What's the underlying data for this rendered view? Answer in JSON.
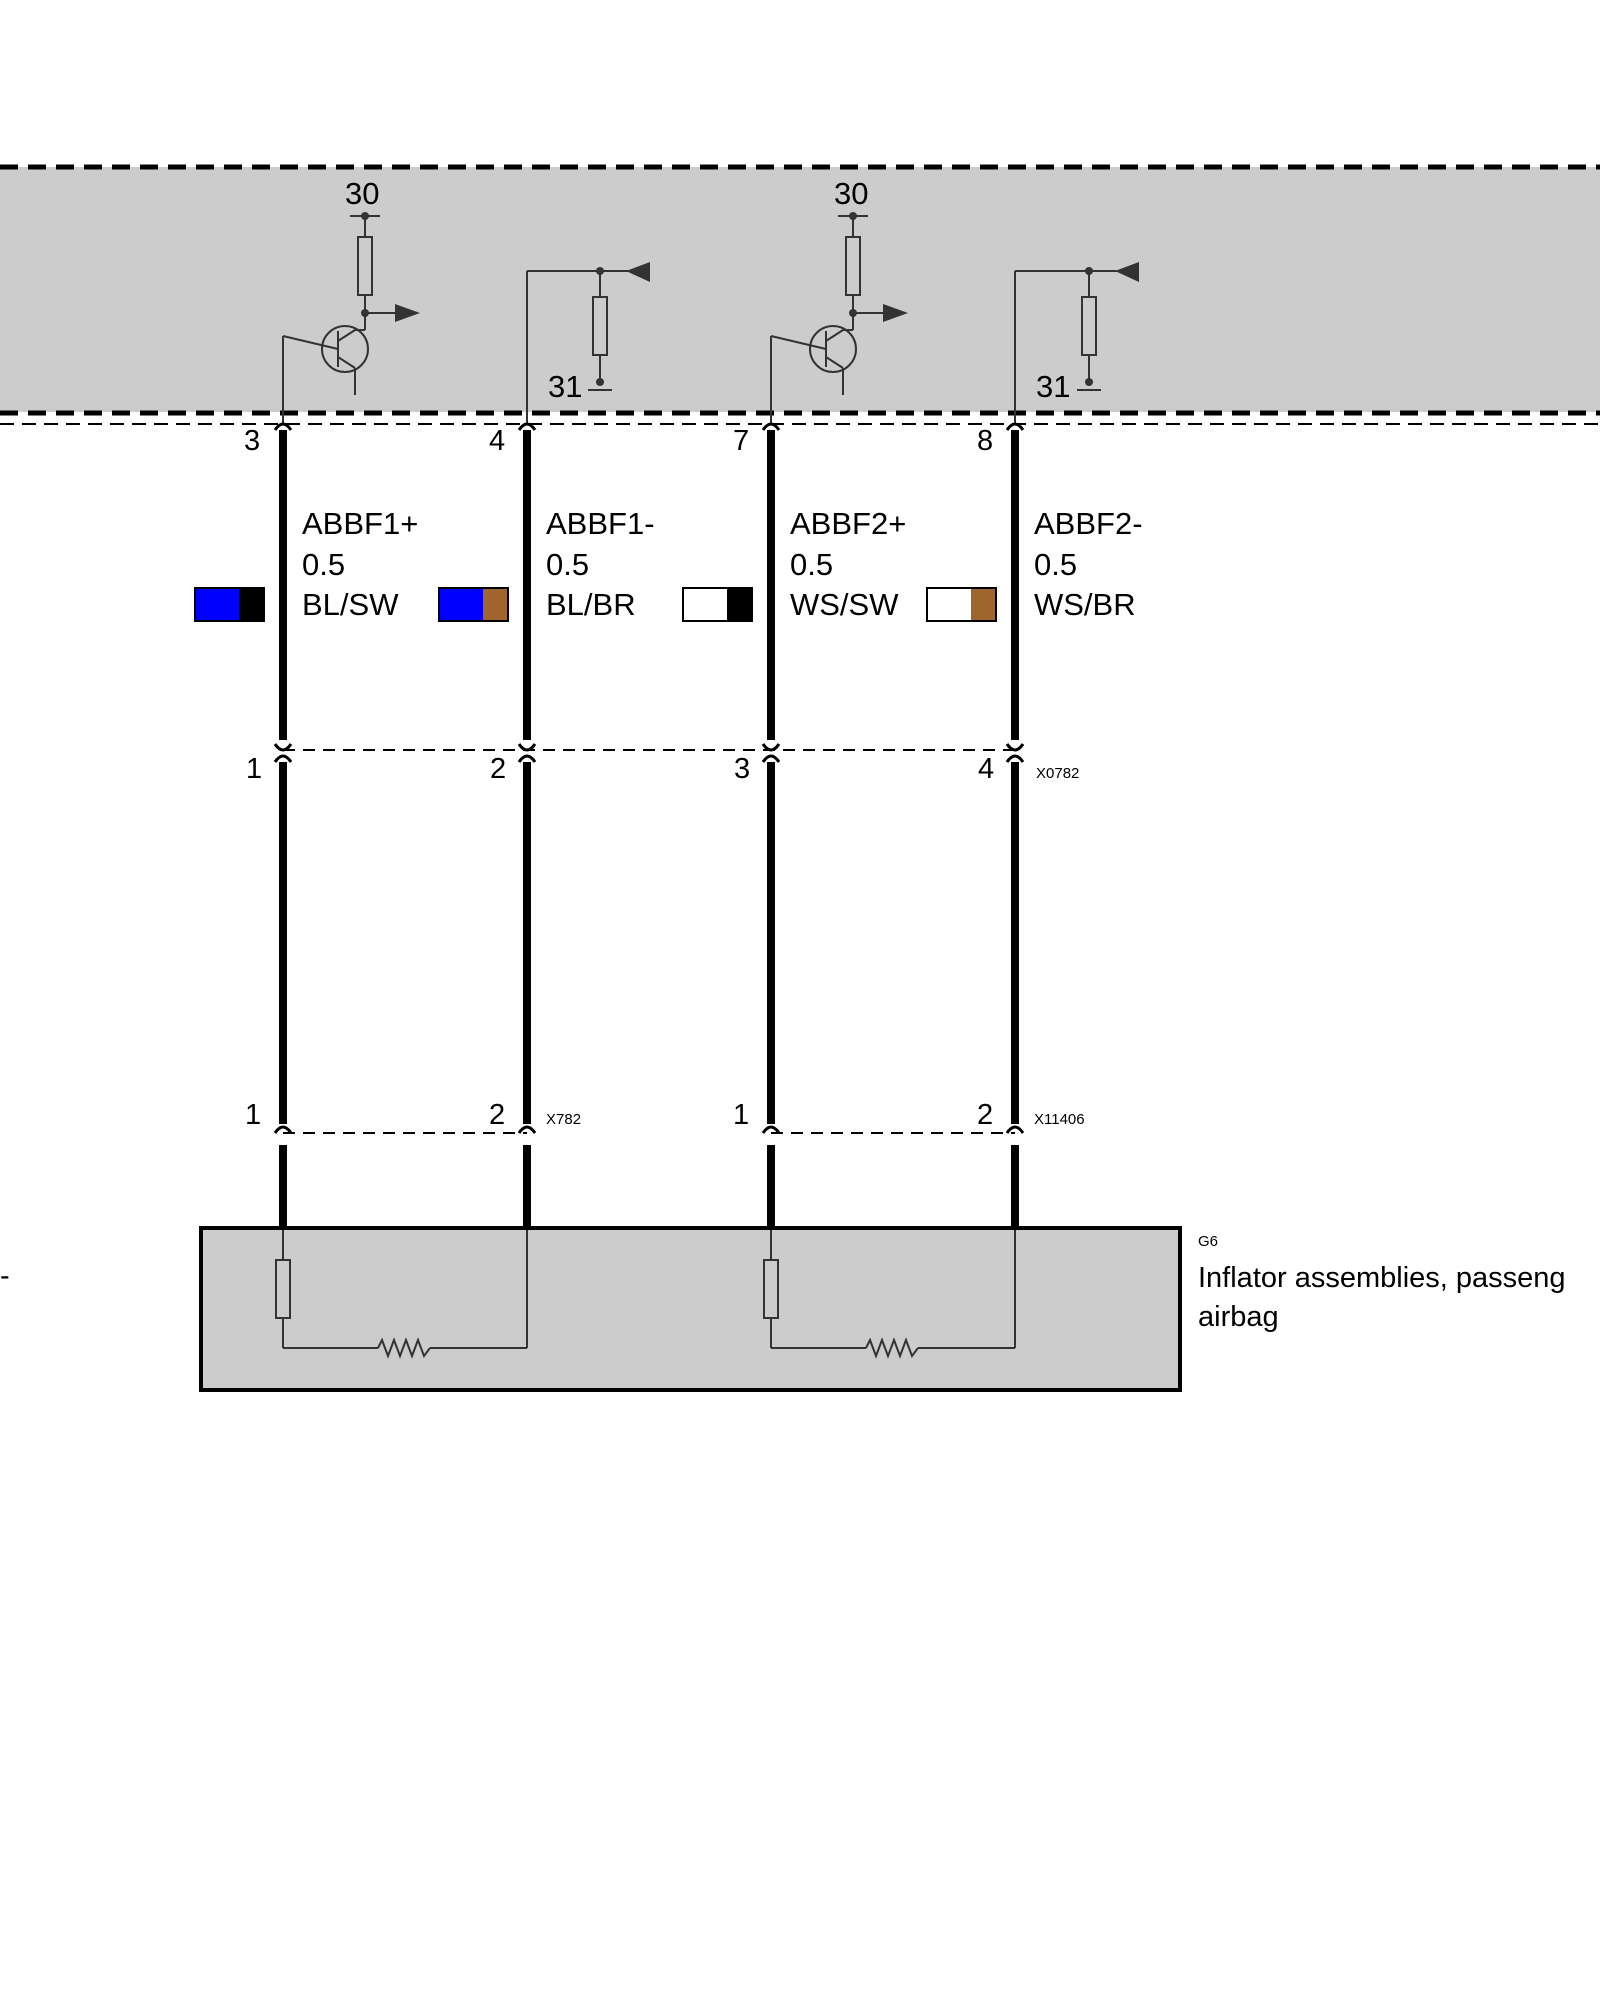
{
  "control_unit": {
    "supply_left": "30",
    "supply_right": "30",
    "ground_left": "31",
    "ground_right": "31"
  },
  "pins_top": [
    "3",
    "4",
    "7",
    "8"
  ],
  "wires": [
    {
      "name": "ABBF1+",
      "size": "0.5",
      "color_code": "BL/SW",
      "colors": [
        "#0000ff",
        "#000000"
      ]
    },
    {
      "name": "ABBF1-",
      "size": "0.5",
      "color_code": "BL/BR",
      "colors": [
        "#0000ff",
        "#a0642d"
      ]
    },
    {
      "name": "ABBF2+",
      "size": "0.5",
      "color_code": "WS/SW",
      "colors": [
        "#ffffff",
        "#000000"
      ]
    },
    {
      "name": "ABBF2-",
      "size": "0.5",
      "color_code": "WS/BR",
      "colors": [
        "#ffffff",
        "#a0642d"
      ]
    }
  ],
  "connector_mid": {
    "id": "X0782",
    "pins": [
      "1",
      "2",
      "3",
      "4"
    ]
  },
  "connector_left": {
    "id": "X782",
    "pins": [
      "1",
      "2"
    ]
  },
  "connector_right": {
    "id": "X11406",
    "pins": [
      "1",
      "2"
    ]
  },
  "component": {
    "id": "G6",
    "line1": "Inflator assemblies, passeng",
    "line2": "airbag"
  },
  "edge_mark": "-"
}
